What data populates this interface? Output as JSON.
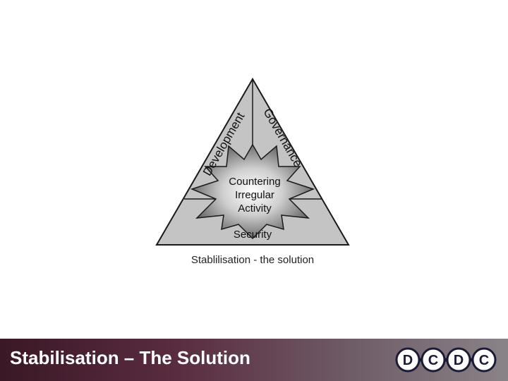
{
  "diagram": {
    "left_label": "Development",
    "right_label": "Governance",
    "center_lines": [
      "Countering",
      "Irregular",
      "Activity"
    ],
    "bottom_label": "Security",
    "caption": "Stablilisation - the solution"
  },
  "footer": {
    "title": "Stabilisation – The Solution"
  },
  "logo": {
    "letters": [
      "D",
      "C",
      "D",
      "C"
    ]
  },
  "colors": {
    "triangle_fill": "#c4c4c4",
    "triangle_stroke": "#1a1a1a",
    "footer_left": "#3a1826",
    "footer_right": "#8a8388",
    "logo_circle": "#2a2a4a"
  }
}
